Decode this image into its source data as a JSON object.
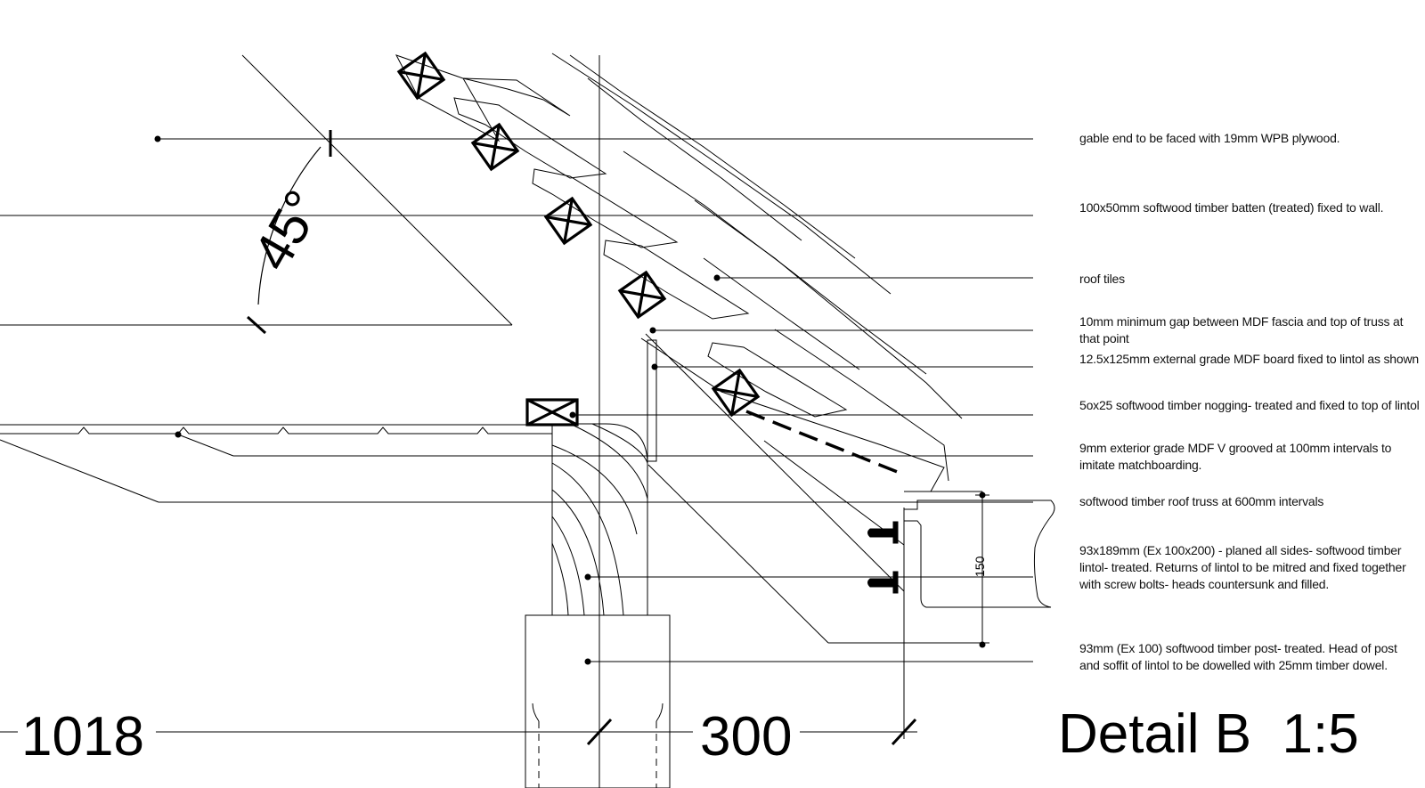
{
  "annotations": [
    "gable end to be faced with 19mm WPB plywood.",
    "100x50mm softwood timber batten (treated) fixed to wall.",
    "roof tiles",
    "10mm minimum gap between MDF fascia and top of truss at that point",
    "12.5x125mm external grade MDF board fixed to lintol as shown",
    "5ox25 softwood timber nogging- treated and fixed to top of lintol",
    "9mm exterior grade MDF V grooved at 100mm intervals to imitate matchboarding.",
    "softwood timber roof truss at 600mm intervals",
    "93x189mm (Ex 100x200) - planed all sides- softwood timber lintol- treated. Returns of lintol to be mitred and fixed together with screw bolts- heads countersunk and filled.",
    "93mm (Ex 100) softwood timber post- treated. Head of post and soffit of lintol to be dowelled with 25mm timber dowel."
  ],
  "dimensions": {
    "left": "1018",
    "right": "300",
    "vertical": "150",
    "angle": "45°"
  },
  "title": "Detail B  1:5"
}
